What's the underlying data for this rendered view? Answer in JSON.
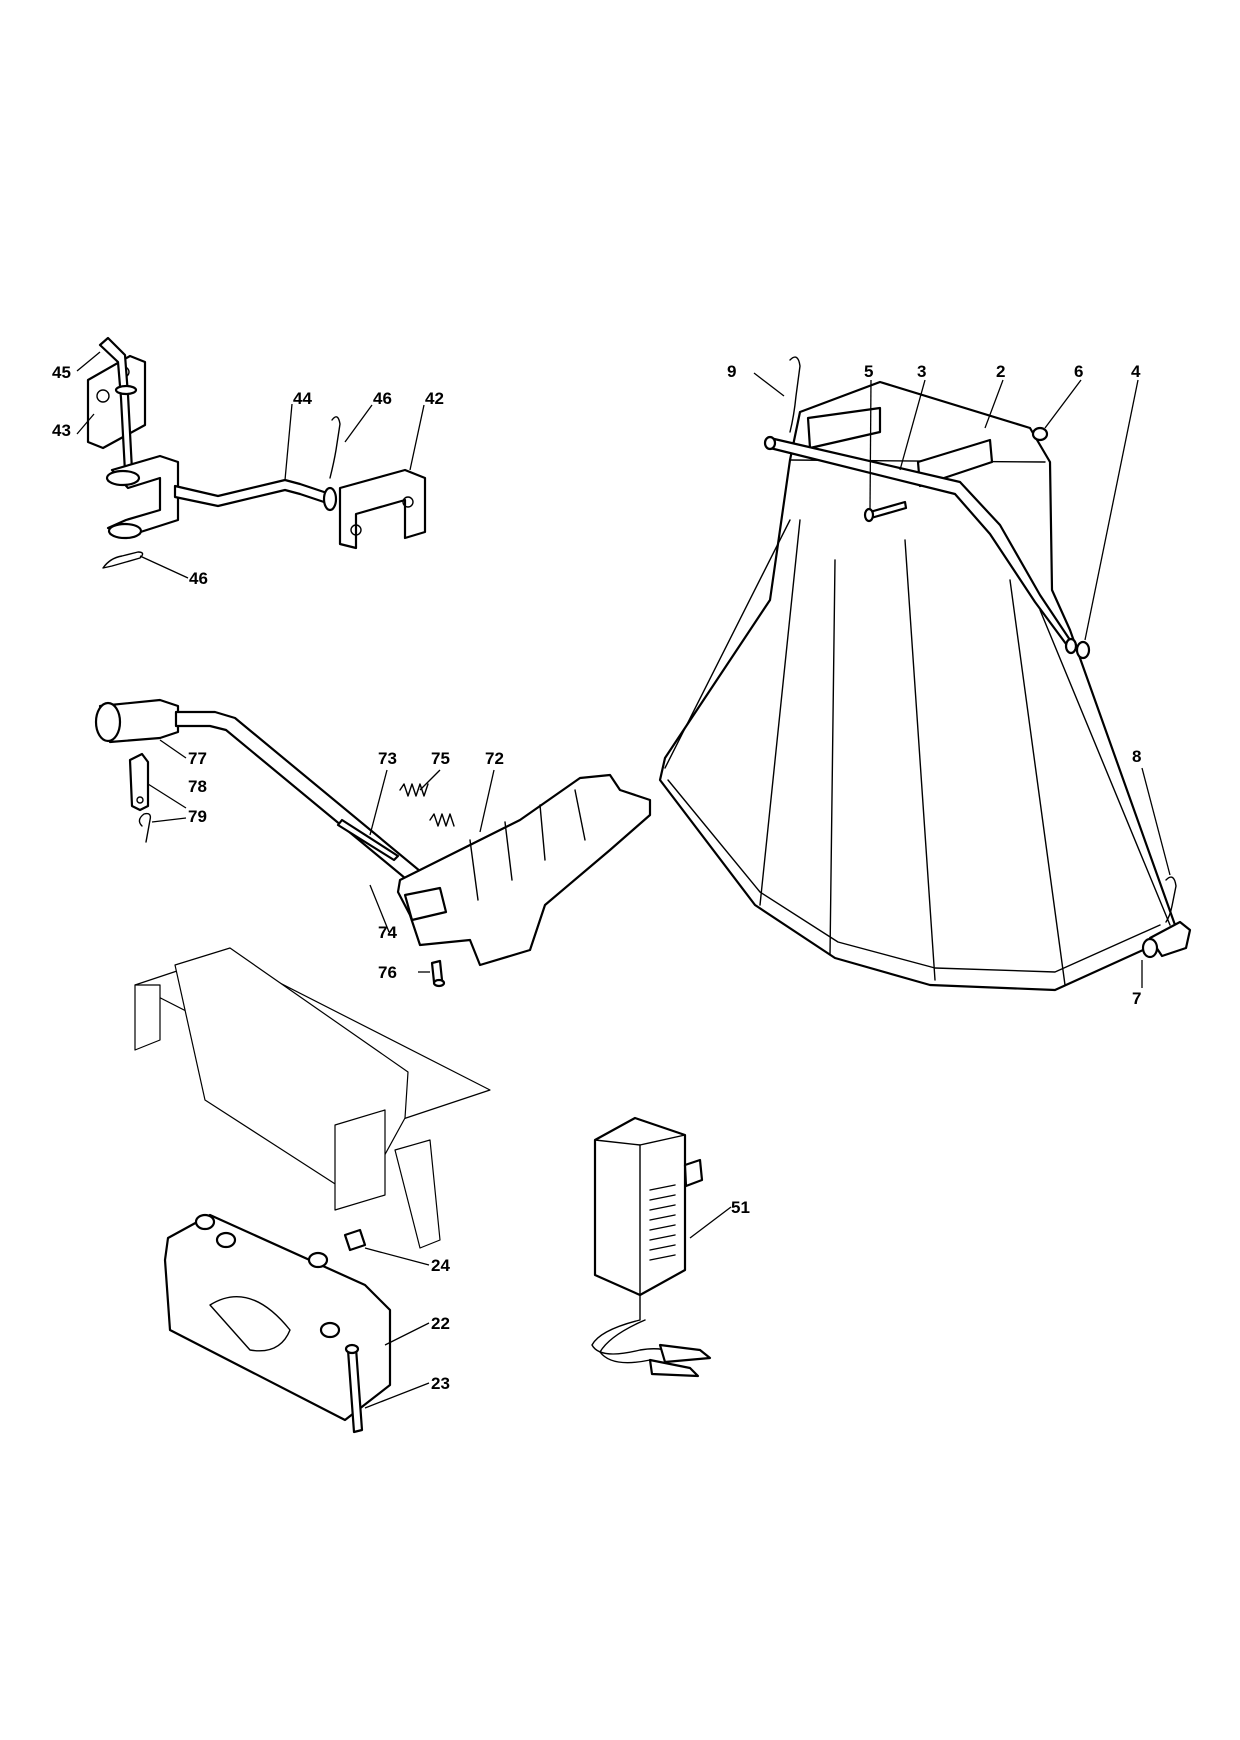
{
  "callouts": [
    {
      "id": "c45a",
      "label": "45"
    },
    {
      "id": "c43",
      "label": "43"
    },
    {
      "id": "c44",
      "label": "44"
    },
    {
      "id": "c46a",
      "label": "46"
    },
    {
      "id": "c42",
      "label": "42"
    },
    {
      "id": "c46b",
      "label": "46"
    },
    {
      "id": "c9",
      "label": "9"
    },
    {
      "id": "c5",
      "label": "5"
    },
    {
      "id": "c3",
      "label": "3"
    },
    {
      "id": "c2",
      "label": "2"
    },
    {
      "id": "c6",
      "label": "6"
    },
    {
      "id": "c4",
      "label": "4"
    },
    {
      "id": "c77",
      "label": "77"
    },
    {
      "id": "c78",
      "label": "78"
    },
    {
      "id": "c79",
      "label": "79"
    },
    {
      "id": "c73",
      "label": "73"
    },
    {
      "id": "c75",
      "label": "75"
    },
    {
      "id": "c72",
      "label": "72"
    },
    {
      "id": "c74",
      "label": "74"
    },
    {
      "id": "c76",
      "label": "76"
    },
    {
      "id": "c8",
      "label": "8"
    },
    {
      "id": "c7",
      "label": "7"
    },
    {
      "id": "c51",
      "label": "51"
    },
    {
      "id": "c24",
      "label": "24"
    },
    {
      "id": "c22",
      "label": "22"
    },
    {
      "id": "c23",
      "label": "23"
    }
  ]
}
